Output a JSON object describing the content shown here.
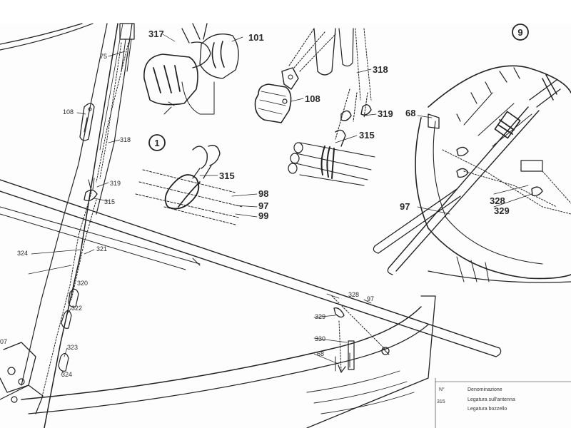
{
  "step_markers": {
    "step_1": "1",
    "step_9": "9"
  },
  "part_labels": {
    "p75": "75",
    "p108_left": "108",
    "p318_left": "318",
    "p319_left": "319",
    "p315_left": "315",
    "p324_upper": "324",
    "p321": "321",
    "p320": "320",
    "p322": "322",
    "p323": "323",
    "p324_lower": "324",
    "p07": "07",
    "p317": "317",
    "p101": "101",
    "p315_mid": "315",
    "p98": "98",
    "p97_mid": "97",
    "p99": "99",
    "p108_mid": "108",
    "p318_mid": "318",
    "p319_mid": "319",
    "p315_bundle": "315",
    "p68_upper": "68",
    "p97_right": "97",
    "p328_upper": "328",
    "p329_upper": "329",
    "p328_lower": "328",
    "p97_lower": "97",
    "p329_lower": "329",
    "p330": "330",
    "p68_lower": "68"
  },
  "legend": {
    "col_number": "N°",
    "col_name": "Denominazione",
    "row_number": "315",
    "row_1": "Legatura sull'antenna",
    "row_2": "Legatura bozzello"
  }
}
